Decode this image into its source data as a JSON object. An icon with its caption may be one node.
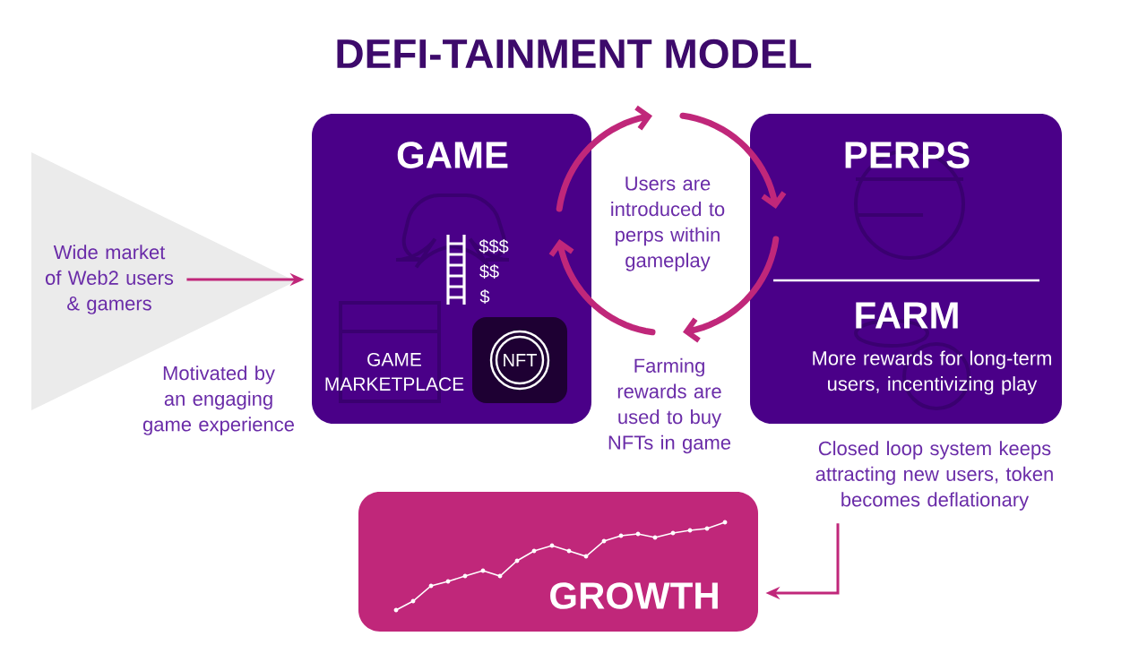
{
  "diagram": {
    "title": "DEFI-TAINMENT MODEL",
    "nodes": [
      {
        "text": [
          "GAME"
        ]
      },
      {
        "text": [
          "NFT"
        ],
        "in": 0
      },
      {
        "text": [
          "PERPS",
          "FARM",
          "More rewards for long-term users, incentivizing play"
        ]
      },
      {
        "text": [
          "Wide market of Web2 users & gamers"
        ]
      },
      {
        "text": [
          "GROWTH"
        ]
      },
      {
        "text": [
          "Closed loop system keeps attracting new users, token becomes deflationary"
        ]
      }
    ],
    "edges": [
      {
        "from": 3,
        "to": 0,
        "arrow": "to"
      },
      {
        "from": 5,
        "to": 4,
        "arrow": "to"
      }
    ],
    "labels": [
      "$$$",
      "$$",
      "$",
      "Users are introduced to perps within gameplay",
      "GAME MARKETPLACE",
      "Motivated by an engaging game experience",
      "Farming rewards are used to buy NFTs in game"
    ]
  }
}
